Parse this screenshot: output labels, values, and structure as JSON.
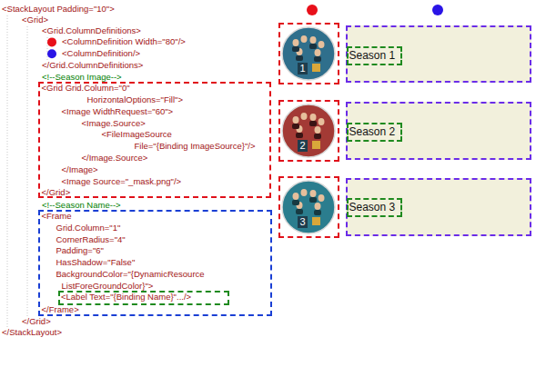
{
  "diagram": {
    "nodes": [
      {
        "text": [
          "<Grid Grid.Column=\"0\"",
          "HorizontalOptions=\"Fill\">",
          "<Image WidthRequest=\"60\">",
          "<Image.Source>",
          "<FileImageSource",
          "File=\"{Binding ImageSource}\"/>",
          "</Image.Source>",
          "</Image>",
          "<Image Source=\"_mask.png\"/>",
          "</Grid>"
        ]
      },
      {
        "text": [
          "<Frame",
          "Grid.Column=\"1\"",
          "CornerRadius=\"4\"",
          "Padding=\"6\"",
          "HasShadow=\"False\"",
          "BackgroundColor=\"{DynamicResource",
          "ListForeGroundColor}\">",
          "</Frame>"
        ]
      },
      {
        "text": [
          "<Label Text=\"{Binding Name}\".../>"
        ],
        "in": 1
      },
      {
        "text": [
          "1"
        ]
      },
      {
        "text": []
      },
      {
        "text": [
          "Season 1"
        ],
        "in": 4
      },
      {
        "text": [
          "2"
        ]
      },
      {
        "text": []
      },
      {
        "text": [
          "Season 2"
        ],
        "in": 7
      },
      {
        "text": [
          "3"
        ]
      },
      {
        "text": []
      },
      {
        "text": [
          "Season 3"
        ],
        "in": 10
      }
    ],
    "labels": [
      "<StackLayout Padding=\"10\">",
      "<Grid>",
      "<Grid.ColumnDefinitions>",
      "<ColumnDefinition Width=\"80\"/>",
      "<ColumnDefinition/>",
      "</Grid.ColumnDefinitions>",
      "<!--Season Image-->",
      "<!--Season Name-->",
      "</Grid>",
      "</StackLayout>"
    ]
  }
}
